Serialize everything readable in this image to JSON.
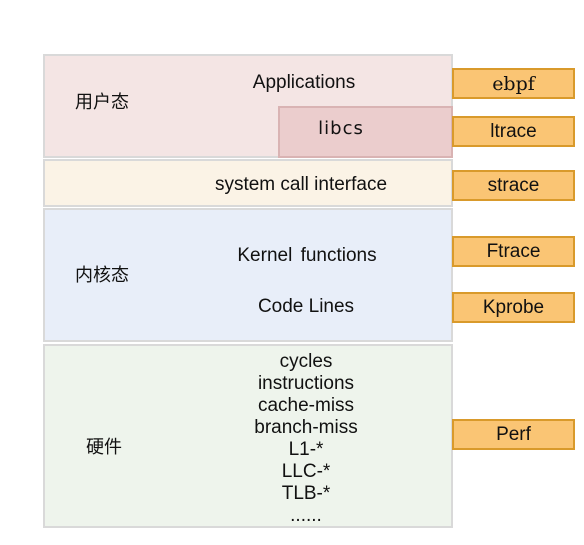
{
  "layers": {
    "user_space": {
      "label": "用户态",
      "applications": "Applications",
      "libcs": "libcs"
    },
    "syscall": {
      "label": "system call interface"
    },
    "kernel": {
      "label": "内核态",
      "functions": "Kernel functions",
      "code_lines": "Code Lines"
    },
    "hardware": {
      "label": "硬件",
      "items": [
        "cycles",
        "instructions",
        "cache-miss",
        "branch-miss",
        "L1-*",
        "LLC-*",
        "TLB-*",
        "......"
      ]
    }
  },
  "tools": [
    "ebpf",
    "ltrace",
    "strace",
    "Ftrace",
    "Kprobe",
    "Perf"
  ],
  "colors": {
    "user_space_fill": "#f4e5e4",
    "libcs_fill": "#ebcdcd",
    "syscall_fill": "#fbf3e6",
    "kernel_fill": "#e8eef9",
    "hardware_fill": "#eef4ec",
    "tool_fill": "#fac574",
    "tool_border": "#d99a2b",
    "layer_border": "#d9d9d9"
  }
}
